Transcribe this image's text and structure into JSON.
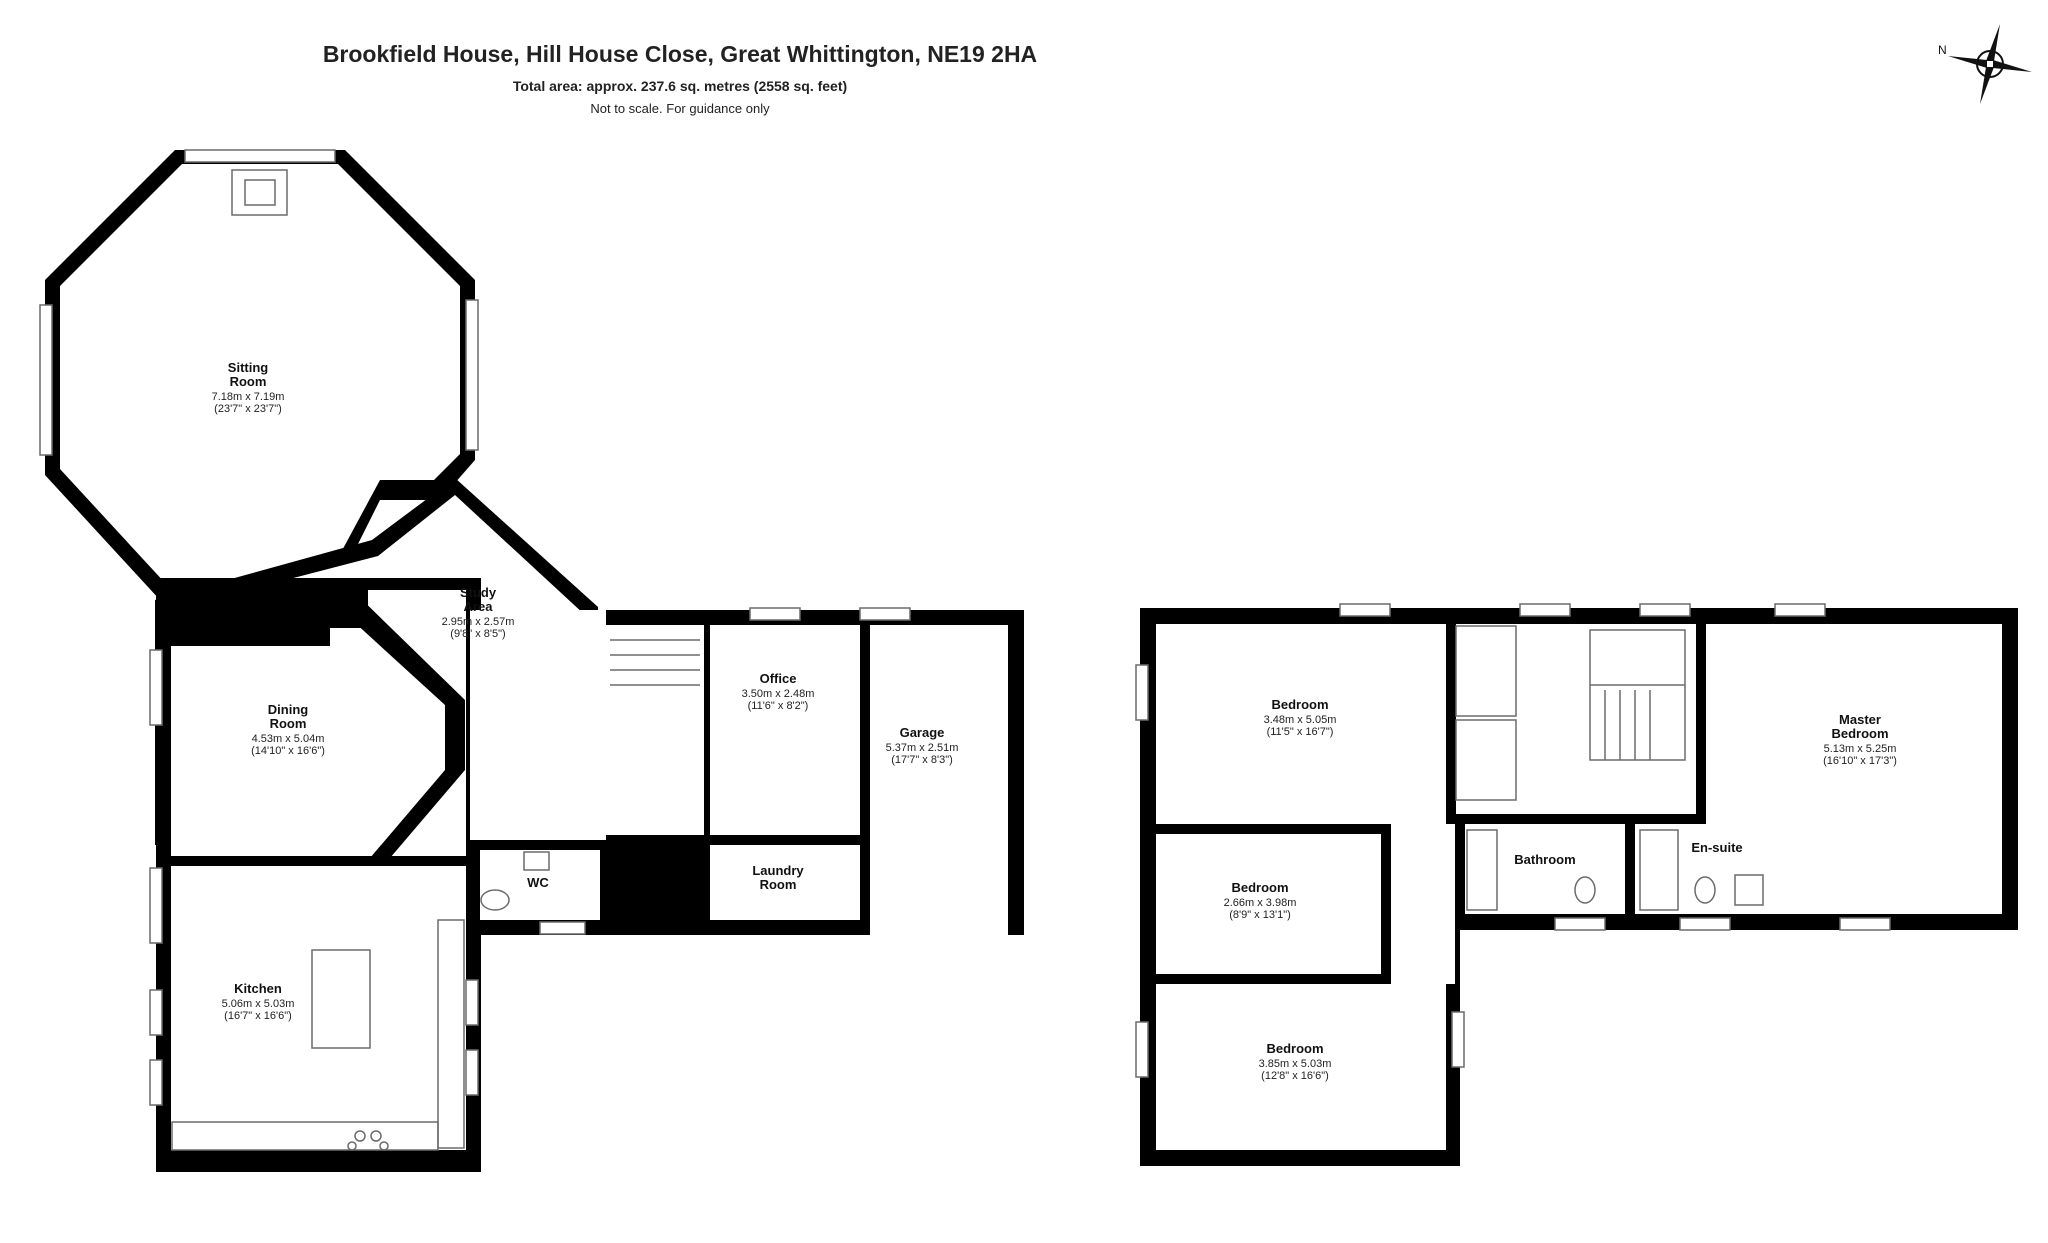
{
  "header": {
    "title": "Brookfield House, Hill House Close, Great Whittington, NE19 2HA",
    "total_area": "Total area: approx. 237.6 sq. metres (2558 sq. feet)",
    "note": "Not to scale. For guidance only"
  },
  "compass": {
    "label": "N"
  },
  "rooms": {
    "sitting": {
      "name1": "Sitting",
      "name2": "Room",
      "metric": "7.18m x 7.19m",
      "imperial": "(23'7\" x 23'7\")"
    },
    "study": {
      "name1": "Study",
      "name2": "Area",
      "metric": "2.95m x 2.57m",
      "imperial": "(9'8\" x 8'5\")"
    },
    "dining": {
      "name1": "Dining",
      "name2": "Room",
      "metric": "4.53m x 5.04m",
      "imperial": "(14'10\" x 16'6\")"
    },
    "office": {
      "name": "Office",
      "metric": "3.50m x 2.48m",
      "imperial": "(11'6\" x 8'2\")"
    },
    "garage": {
      "name": "Garage",
      "metric": "5.37m x 2.51m",
      "imperial": "(17'7\" x 8'3\")"
    },
    "laundry": {
      "name1": "Laundry",
      "name2": "Room"
    },
    "wc": {
      "name": "WC"
    },
    "kitchen": {
      "name": "Kitchen",
      "metric": "5.06m x 5.03m",
      "imperial": "(16'7\" x 16'6\")"
    },
    "bedroom1": {
      "name": "Bedroom",
      "metric": "3.48m x 5.05m",
      "imperial": "(11'5\" x 16'7\")"
    },
    "bedroom2": {
      "name": "Bedroom",
      "metric": "2.66m x 3.98m",
      "imperial": "(8'9\" x 13'1\")"
    },
    "bedroom3": {
      "name": "Bedroom",
      "metric": "3.85m x 5.03m",
      "imperial": "(12'8\" x 16'6\")"
    },
    "master": {
      "name1": "Master",
      "name2": "Bedroom",
      "metric": "5.13m x 5.25m",
      "imperial": "(16'10\" x 17'3\")"
    },
    "bathroom": {
      "name": "Bathroom"
    },
    "ensuite": {
      "name": "En-suite"
    }
  }
}
